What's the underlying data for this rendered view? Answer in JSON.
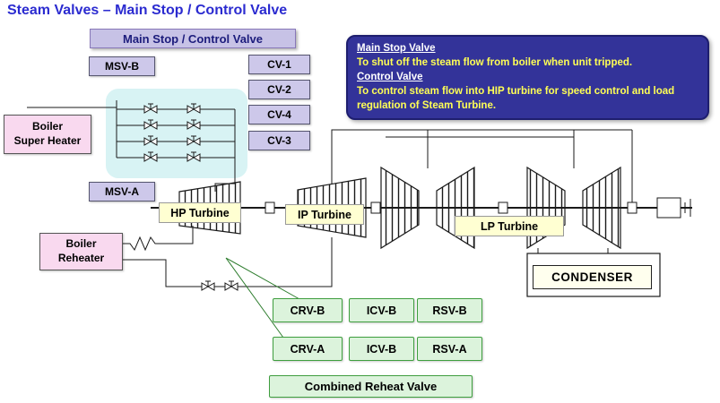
{
  "title": "Steam Valves – Main Stop / Control Valve",
  "header_box_label": "Main Stop / Control Valve",
  "info_box": {
    "heading1": "Main Stop Valve",
    "body1": "To shut off the steam flow from boiler when unit tripped.",
    "heading2": "Control Valve",
    "body2": "To control steam flow  into HIP turbine for speed control and load regulation of Steam Turbine."
  },
  "valve_labels": {
    "msv_b": "MSV-B",
    "msv_a": "MSV-A",
    "cv_1": "CV-1",
    "cv_2": "CV-2",
    "cv_4": "CV-4",
    "cv_3": "CV-3"
  },
  "equipment_labels": {
    "boiler_super_heater": {
      "line1": "Boiler",
      "line2": "Super Heater"
    },
    "boiler_reheater": {
      "line1": "Boiler",
      "line2": "Reheater"
    },
    "hp_turbine": "HP Turbine",
    "ip_turbine": "IP Turbine",
    "lp_turbine": "LP Turbine",
    "condenser": "CONDENSER"
  },
  "reheat_valve_labels": {
    "row1": [
      "CRV-B",
      "ICV-B",
      "RSV-B"
    ],
    "row2": [
      "CRV-A",
      "ICV-B",
      "RSV-A"
    ],
    "footer": "Combined Reheat Valve"
  },
  "colors": {
    "title_blue": "#2b2bd0",
    "lavender_fill": "#cdc8ea",
    "header_lavender_fill": "#c7c2e6",
    "pink_fill": "#f9d9ef",
    "yellow_fill": "#ffffd2",
    "green_fill": "#dcf3dc",
    "green_border": "#3f9e3f",
    "info_bg": "#333399",
    "info_text_yellow": "#ffff55",
    "highlight_cyan": "#d8f3f4",
    "schematic_line": "#1a1a1a"
  }
}
